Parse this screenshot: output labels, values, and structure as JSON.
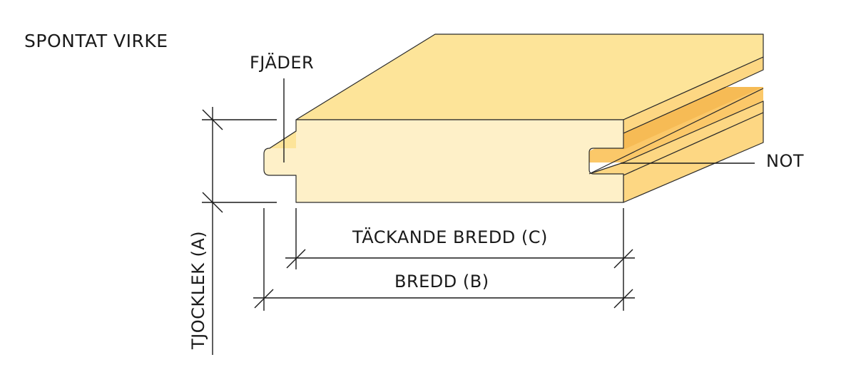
{
  "title": "SPONTAT VIRKE",
  "labels": {
    "tongue": "FJÄDER",
    "groove": "NOT",
    "covering_width": "TÄCKANDE BREDD (C)",
    "width": "BREDD (B)",
    "thickness": "TJOCKLEK (A)"
  },
  "colors": {
    "top_face": "#fde499",
    "front_face": "#fef0c8",
    "side_face": "#fdd783",
    "groove_inner": "#fbc869",
    "line": "#1a1a1a"
  }
}
